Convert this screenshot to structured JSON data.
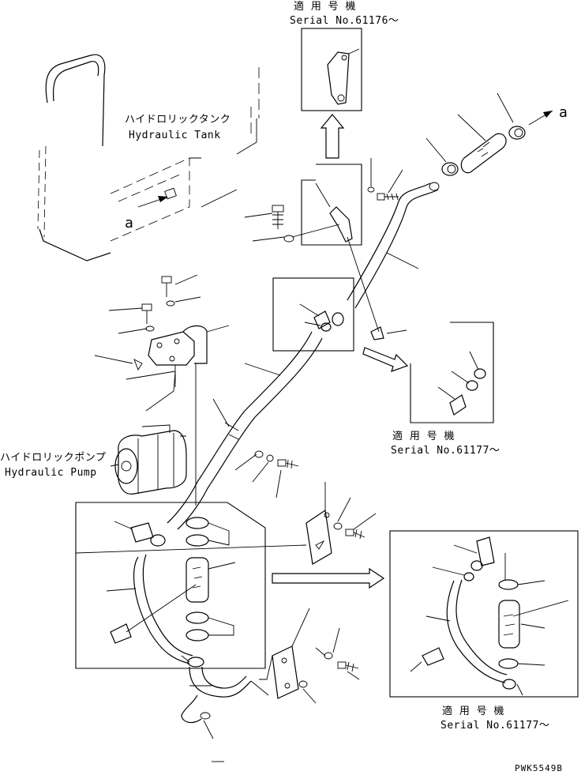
{
  "labels": {
    "serial_top_jp": "適 用 号 機",
    "serial_top_no": "Serial No.61176〜",
    "tank_jp": "ハイドロリックタンク",
    "tank_en": "Hydraulic Tank",
    "pump_jp": "ハイドロリックポンプ",
    "pump_en": "Hydraulic Pump",
    "serial_mid_jp": "適 用 号 機",
    "serial_mid_no": "Serial No.61177〜",
    "serial_bot_jp": "適 用 号 機",
    "serial_bot_no": "Serial No.61177〜",
    "ref_a_tank": "a",
    "ref_a_hose": "a",
    "drawing_no": "PWK5549B"
  }
}
